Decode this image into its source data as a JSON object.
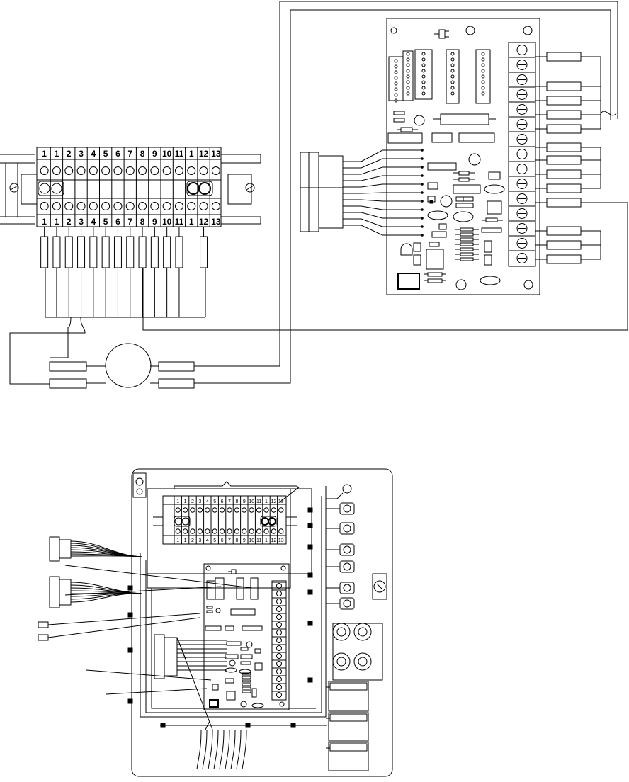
{
  "colors": {
    "ink": "#000000",
    "paper": "#ffffff"
  },
  "terminal_strip_top": {
    "upper_numbers": [
      "1",
      "1",
      "2",
      "3",
      "4",
      "5",
      "6",
      "7",
      "8",
      "9",
      "10",
      "11",
      "1",
      "12",
      "13"
    ],
    "lower_numbers": [
      "1",
      "1",
      "2",
      "3",
      "4",
      "5",
      "6",
      "7",
      "8",
      "9",
      "10",
      "11",
      "1",
      "12",
      "13"
    ]
  },
  "terminal_strip_bottom": {
    "upper_numbers": [
      "1",
      "1",
      "2",
      "3",
      "4",
      "5",
      "6",
      "7",
      "8",
      "9",
      "10",
      "11",
      "1",
      "12",
      "13"
    ],
    "lower_numbers": [
      "1",
      "1",
      "2",
      "3",
      "4",
      "5",
      "6",
      "7",
      "8",
      "9",
      "10",
      "11",
      "1",
      "12",
      "13"
    ]
  },
  "icons": [
    "plug-icon",
    "screw-icon",
    "motor-icon",
    "connector-icon",
    "relay-icon",
    "ground-icon"
  ]
}
